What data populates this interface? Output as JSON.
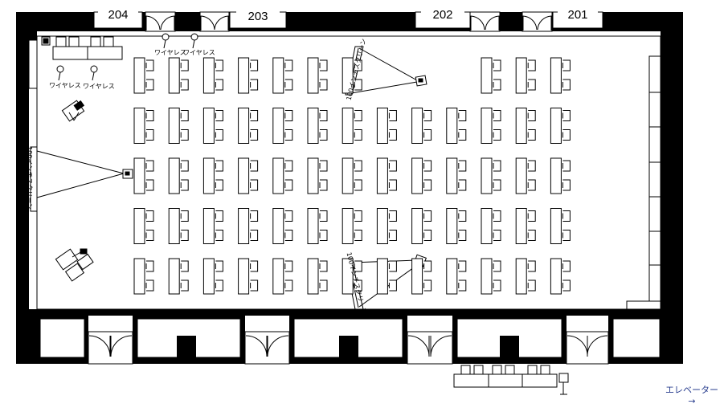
{
  "rooms": [
    "204",
    "203",
    "202",
    "201"
  ],
  "wireless_label": "ワイヤレス",
  "screen_label": "100インチスクリーン",
  "elevator": {
    "label": "エレベーター",
    "arrow": "→"
  },
  "colors": {
    "wall": "#000000",
    "line": "#000000",
    "background": "#ffffff",
    "accent": "#2a3f8f"
  },
  "seating": {
    "rows": 5,
    "columns": 13,
    "front_row_missing_columns": [
      7,
      8,
      9
    ]
  }
}
